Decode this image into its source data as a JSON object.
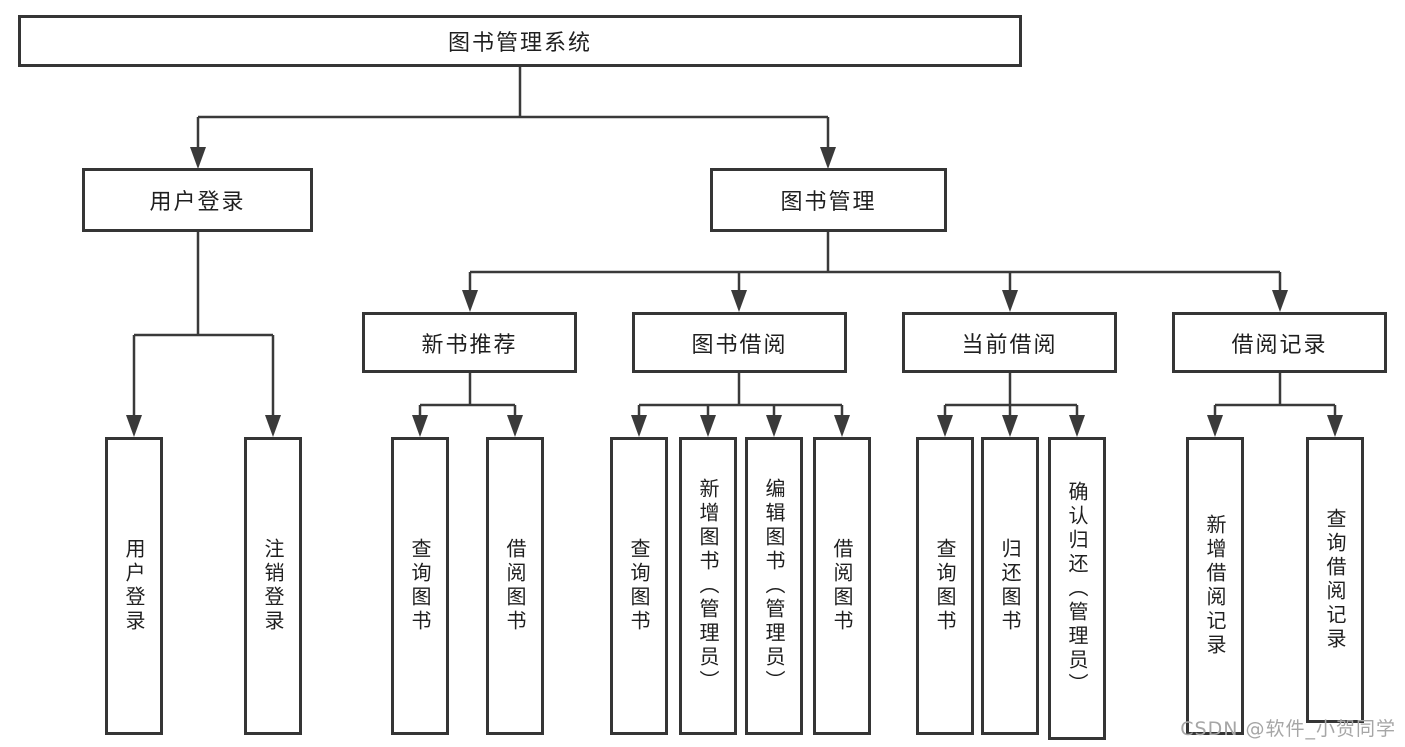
{
  "colors": {
    "line": "#3a3a3a",
    "border": "#353535",
    "text": "#1f1f1f",
    "watermark": "#a6a6a6",
    "bg": "#ffffff"
  },
  "tree": {
    "root": {
      "label": "图书管理系统",
      "children": [
        {
          "label": "用户登录",
          "children": [
            {
              "label": "用户登录"
            },
            {
              "label": "注销登录"
            }
          ]
        },
        {
          "label": "图书管理",
          "children": [
            {
              "label": "新书推荐",
              "children": [
                {
                  "label": "查询图书"
                },
                {
                  "label": "借阅图书"
                }
              ]
            },
            {
              "label": "图书借阅",
              "children": [
                {
                  "label": "查询图书"
                },
                {
                  "label": "新增图书（管理员）"
                },
                {
                  "label": "编辑图书（管理员）"
                },
                {
                  "label": "借阅图书"
                }
              ]
            },
            {
              "label": "当前借阅",
              "children": [
                {
                  "label": "查询图书"
                },
                {
                  "label": "归还图书"
                },
                {
                  "label": "确认归还（管理员）"
                }
              ]
            },
            {
              "label": "借阅记录",
              "children": [
                {
                  "label": "新增借阅记录"
                },
                {
                  "label": "查询借阅记录"
                }
              ]
            }
          ]
        }
      ]
    }
  },
  "watermark": {
    "text": "CSDN @软件_小贺同学"
  }
}
